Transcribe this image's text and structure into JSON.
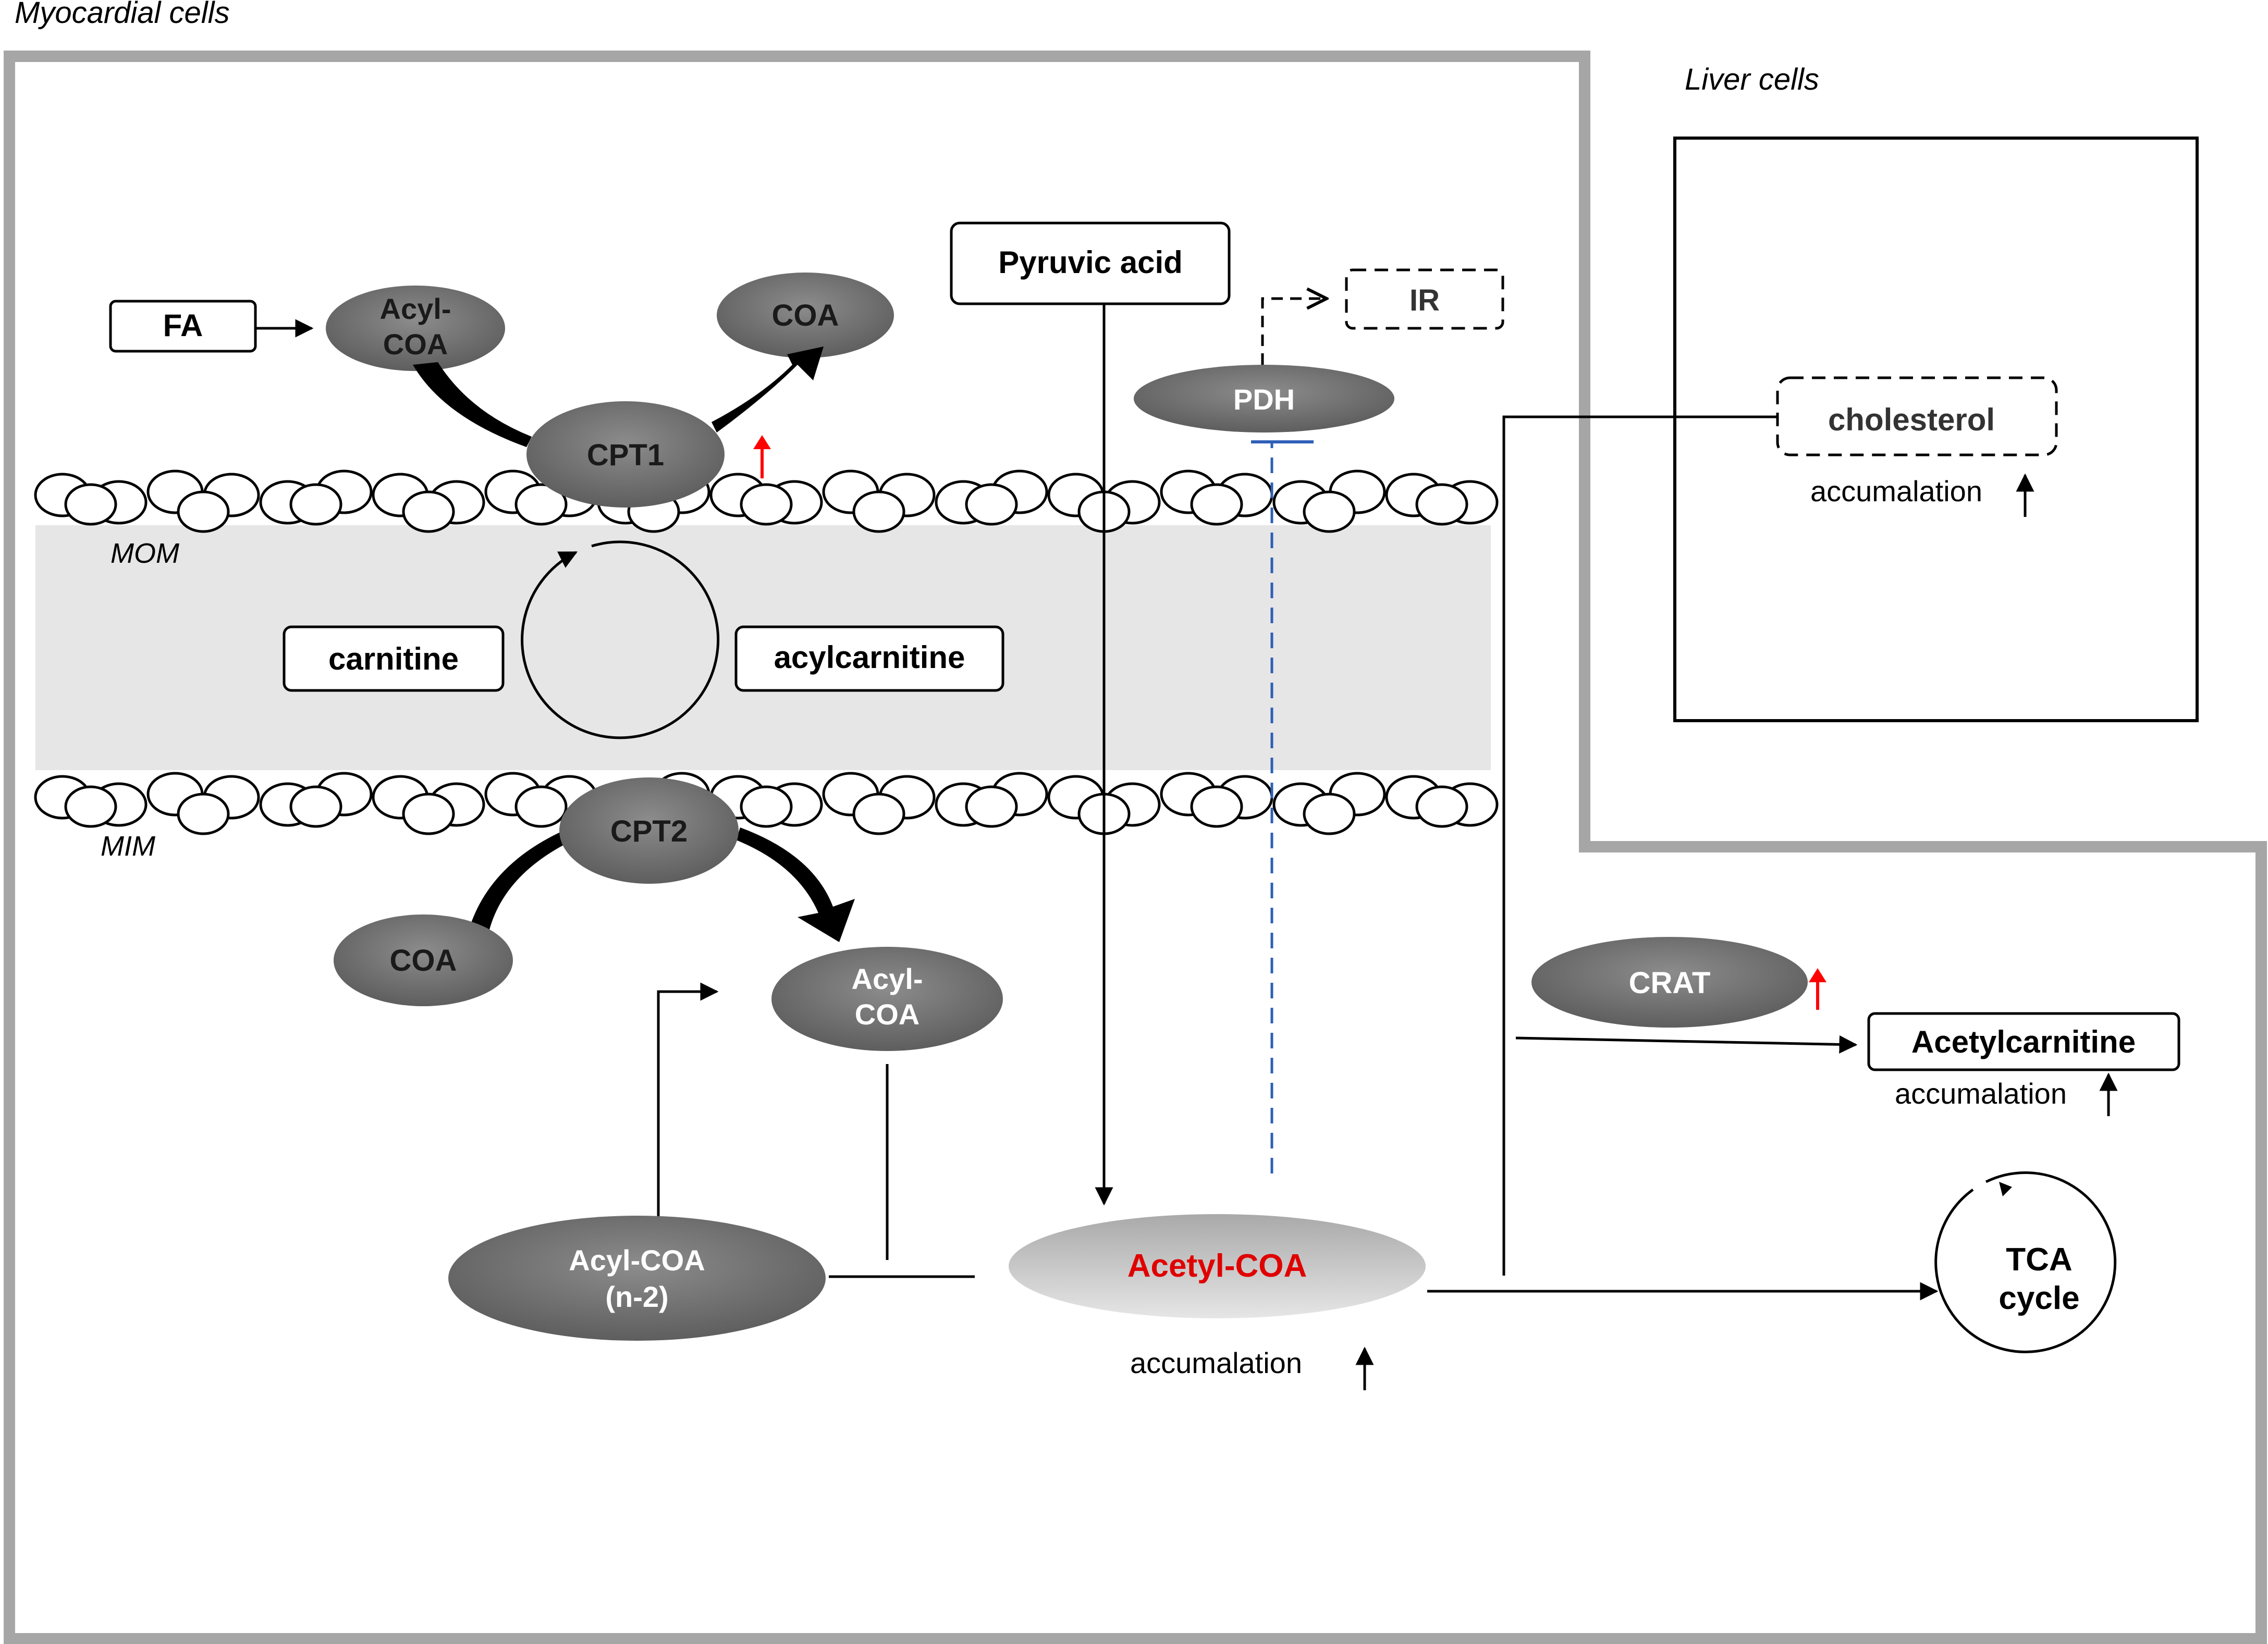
{
  "regions": {
    "myocardial_label": "Myocardial cells",
    "liver_label": "Liver cells",
    "mom_label": "MOM",
    "mim_label": "MIM"
  },
  "nodes": {
    "fa": "FA",
    "acyl_coa_top_1": "Acyl-",
    "acyl_coa_top_2": "COA",
    "coa_top": "COA",
    "cpt1": "CPT1",
    "pyruvic_acid": "Pyruvic acid",
    "ir": "IR",
    "pdh": "PDH",
    "cholesterol": "cholesterol",
    "cholesterol_note": "accumalation",
    "carnitine": "carnitine",
    "acylcarnitine": "acylcarnitine",
    "cpt2": "CPT2",
    "coa_bottom": "COA",
    "acyl_coa_mid_1": "Acyl-",
    "acyl_coa_mid_2": "COA",
    "acyl_coa_n2_1": "Acyl-COA",
    "acyl_coa_n2_2": "(n-2)",
    "acetyl_coa": "Acetyl-COA",
    "acetyl_coa_note": "accumalation",
    "crat": "CRAT",
    "acetylcarnitine": "Acetylcarnitine",
    "acetylcarnitine_note": "accumalation",
    "tca_1": "TCA",
    "tca_2": "cycle"
  },
  "colors": {
    "region_border": "#a6a6a6",
    "membrane_band": "#e6e6e6",
    "enzyme_fill": "#7a7a7a",
    "up_red": "#ff0000",
    "inhibit_blue": "#2e5fb8",
    "acetyl_text": "#e00000"
  }
}
